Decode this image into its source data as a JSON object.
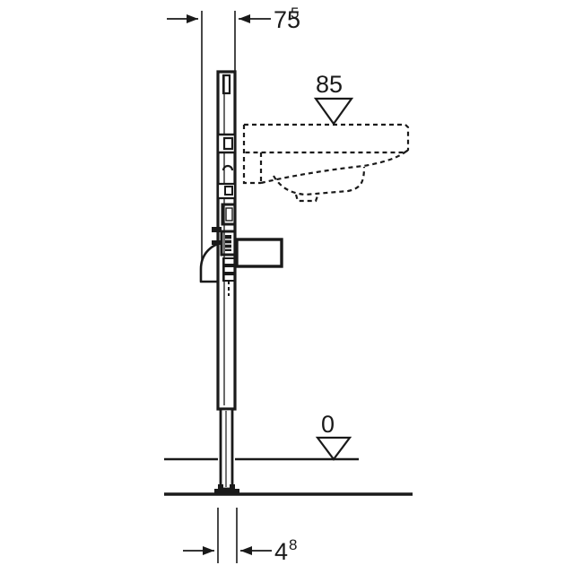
{
  "drawing": {
    "title": "Sanitary installation frame elevation drawing",
    "background_color": "#ffffff",
    "line_color": "#1a1a1a"
  },
  "dimensions": {
    "top": {
      "name": "wall-offset-dimension",
      "value": "75",
      "superscript": "5",
      "full": "755"
    },
    "bottom": {
      "name": "base-width-dimension",
      "value": "4",
      "superscript": "8",
      "full": "48"
    }
  },
  "levels": [
    {
      "name": "basin-height-level",
      "label": "85",
      "marker": "triangle-down-hollow"
    },
    {
      "name": "finished-floor-level",
      "label": "0",
      "marker": "triangle-down-hollow"
    }
  ],
  "elements": {
    "wall_line": "wall-reference-line",
    "frame": "installation-frame-rail",
    "frame_leg": "telescoping-support-leg",
    "foot": "adjustable-foot",
    "basin": "washbasin-outline-dashed",
    "trap": "trap-odour-outline",
    "bracket": "wall-bracket-arm",
    "floor_finished": "finished-floor-line",
    "floor_raw": "raw-floor-line",
    "fittings": [
      "upper-fixing-bracket",
      "water-connection-port",
      "mounting-clip",
      "supply-box",
      "valve-assembly",
      "drain-connector"
    ]
  }
}
